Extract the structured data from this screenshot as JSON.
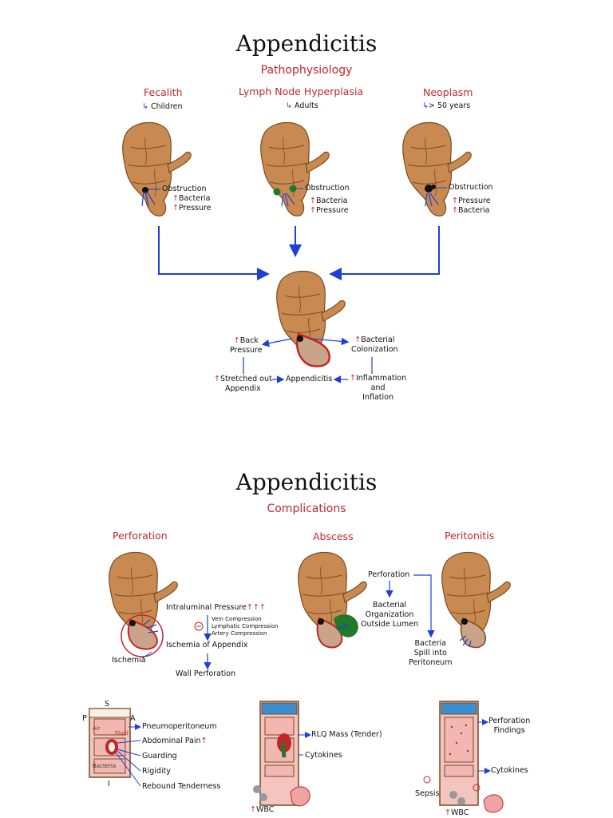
{
  "page1": {
    "title": "Appendicitis",
    "subtitle": "Pathophysiology",
    "causes": [
      {
        "name": "Fecalith",
        "sub": "Children",
        "items": [
          "Obstruction",
          "Bacteria",
          "Pressure"
        ]
      },
      {
        "name": "Lymph Node Hyperplasia",
        "sub": "Adults",
        "items": [
          "Obstruction",
          "Bacteria",
          "Pressure"
        ]
      },
      {
        "name": "Neoplasm",
        "sub": "> 50 years",
        "items": [
          "Obstruction",
          "Pressure",
          "Bacteria"
        ]
      }
    ],
    "flow": {
      "back_pressure": [
        "Back",
        "Pressure"
      ],
      "bacterial_colonization": [
        "Bacterial",
        "Colonization"
      ],
      "stretched": [
        "Stretched out",
        "Appendix"
      ],
      "appendicitis": "Appendicitis",
      "inflammation": [
        "Inflammation",
        "and",
        "Inflation"
      ]
    }
  },
  "page2": {
    "title": "Appendicitis",
    "subtitle": "Complications",
    "perforation": {
      "name": "Perforation",
      "intraluminal": "Intraluminal Pressure",
      "compressions": [
        "Vein Compression",
        "Lymphatic Compression",
        "Artery Compression"
      ],
      "ischemia_app": "Ischemia of Appendix",
      "ischemia": "Ischemia",
      "wall": "Wall Perforation"
    },
    "abscess": {
      "name": "Abscess",
      "perforation": "Perforation",
      "organization": [
        "Bacterial",
        "Organization",
        "Outside Lumen"
      ],
      "spill": [
        "Bacteria",
        "Spill into",
        "Peritoneum"
      ]
    },
    "peritonitis": {
      "name": "Peritonitis"
    },
    "box1": {
      "s": "S",
      "p": "P",
      "a": "A",
      "i": "I",
      "air": "Air",
      "fluid": "Fluid",
      "bacteria": "Bacteria",
      "findings": [
        "Pneumoperitoneum",
        "Abdominal Pain",
        "Guarding",
        "Rigidity",
        "Rebound Tenderness"
      ]
    },
    "box2": {
      "rlq": "RLQ Mass (Tender)",
      "cytokines": "Cytokines",
      "wbc": "WBC"
    },
    "box3": {
      "findings": [
        "Perforation",
        "Findings"
      ],
      "cytokines": "Cytokines",
      "sepsis": "Sepsis",
      "wbc": "WBC"
    }
  },
  "colors": {
    "accent_red": "#c0272d",
    "arrow_blue": "#1f3fd6",
    "appendix_brown": "#c98a52",
    "fecal_green": "#1e7a2a"
  }
}
